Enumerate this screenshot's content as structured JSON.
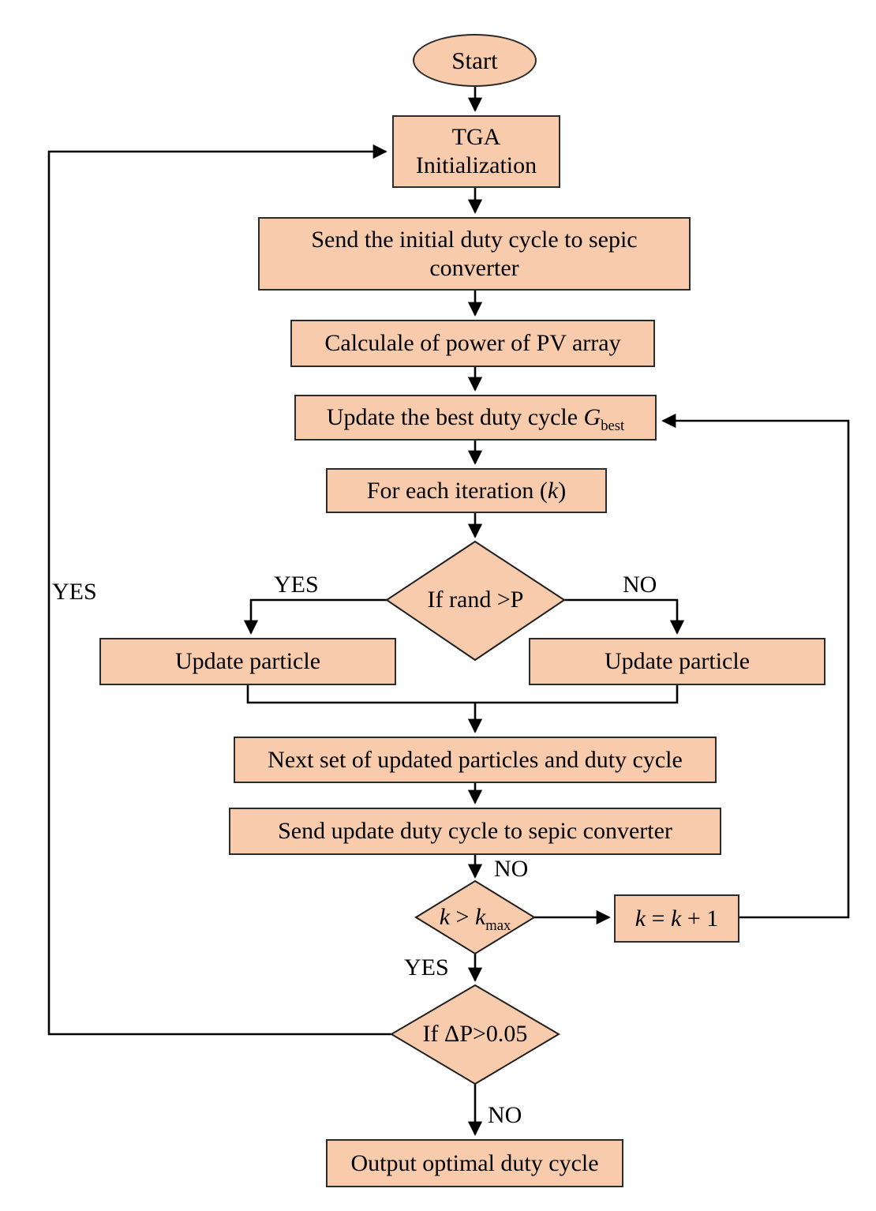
{
  "diagram": {
    "title": "TGA MPPT algorithm flowchart",
    "colors": {
      "node_fill": "#F8CBAD",
      "node_border": "#2B2B2B",
      "line": "#000000",
      "text": "#000000"
    },
    "nodes": {
      "start": {
        "label": "Start"
      },
      "tga_init": {
        "line1": "TGA",
        "line2": "Initialization"
      },
      "send_initial": {
        "label": "Send the initial duty cycle to sepic converter"
      },
      "calc_power": {
        "label": "Calculale of power of PV array"
      },
      "update_gbest": {
        "prefix": "Update the best duty cycle ",
        "var": "G",
        "sub": "best"
      },
      "for_each": {
        "prefix": "For each iteration (",
        "var": "k",
        "suffix": ")"
      },
      "rand_check": {
        "label": "If rand >P"
      },
      "update_particle_left": {
        "label": "Update particle"
      },
      "update_particle_right": {
        "label": "Update particle"
      },
      "next_set": {
        "label": "Next set of updated particles and duty cycle"
      },
      "send_update": {
        "label": "Send update duty cycle to sepic converter"
      },
      "kmax_check": {
        "var1": "k",
        "op": " > ",
        "var2": "k",
        "sub": "max"
      },
      "k_increment": {
        "var1": "k",
        "mid": " = ",
        "var2": "k",
        "suffix": " + 1"
      },
      "deltap_check": {
        "label": "If ΔP>0.05"
      },
      "output": {
        "label": "Output optimal duty cycle"
      }
    },
    "edge_labels": {
      "yes_outer": "YES",
      "yes_inner": "YES",
      "no_right": "NO",
      "no_mid": "NO",
      "yes_mid": "YES",
      "no_bottom": "NO"
    }
  }
}
